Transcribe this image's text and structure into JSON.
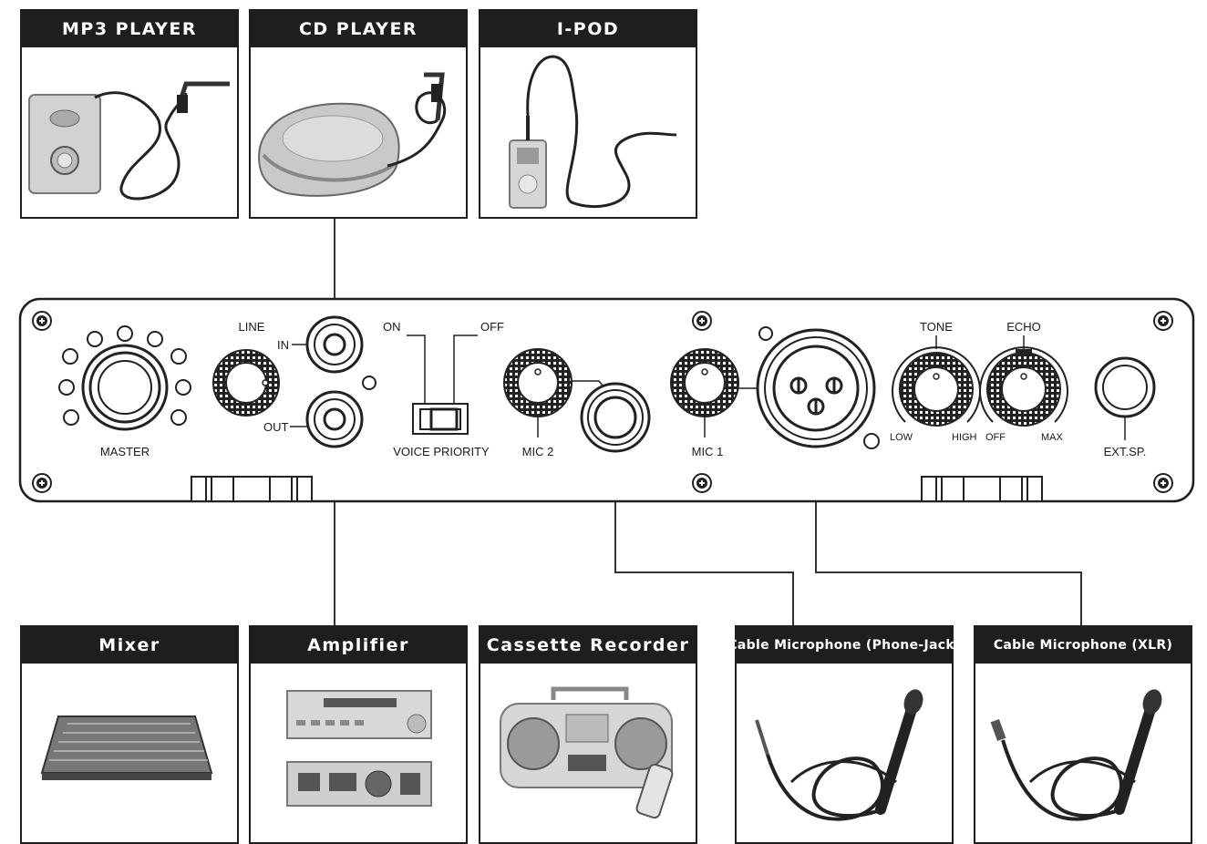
{
  "sources": {
    "mp3": "MP3 PLAYER",
    "cd": "CD PLAYER",
    "ipod": "I-POD"
  },
  "outputs": {
    "mixer": "Mixer",
    "amplifier": "Amplifier",
    "cassette": "Cassette Recorder",
    "mic_phone": "Cable Microphone (Phone-Jack)",
    "mic_xlr": "Cable Microphone (XLR)"
  },
  "panel": {
    "master": "MASTER",
    "line": "LINE",
    "in": "IN",
    "out": "OUT",
    "on": "ON",
    "off": "OFF",
    "voice_priority": "VOICE PRIORITY",
    "mic2": "MIC 2",
    "mic1": "MIC 1",
    "tone": "TONE",
    "low": "LOW",
    "high": "HIGH",
    "echo": "ECHO",
    "echo_off": "OFF",
    "echo_max": "MAX",
    "ext_sp": "EXT.SP."
  }
}
